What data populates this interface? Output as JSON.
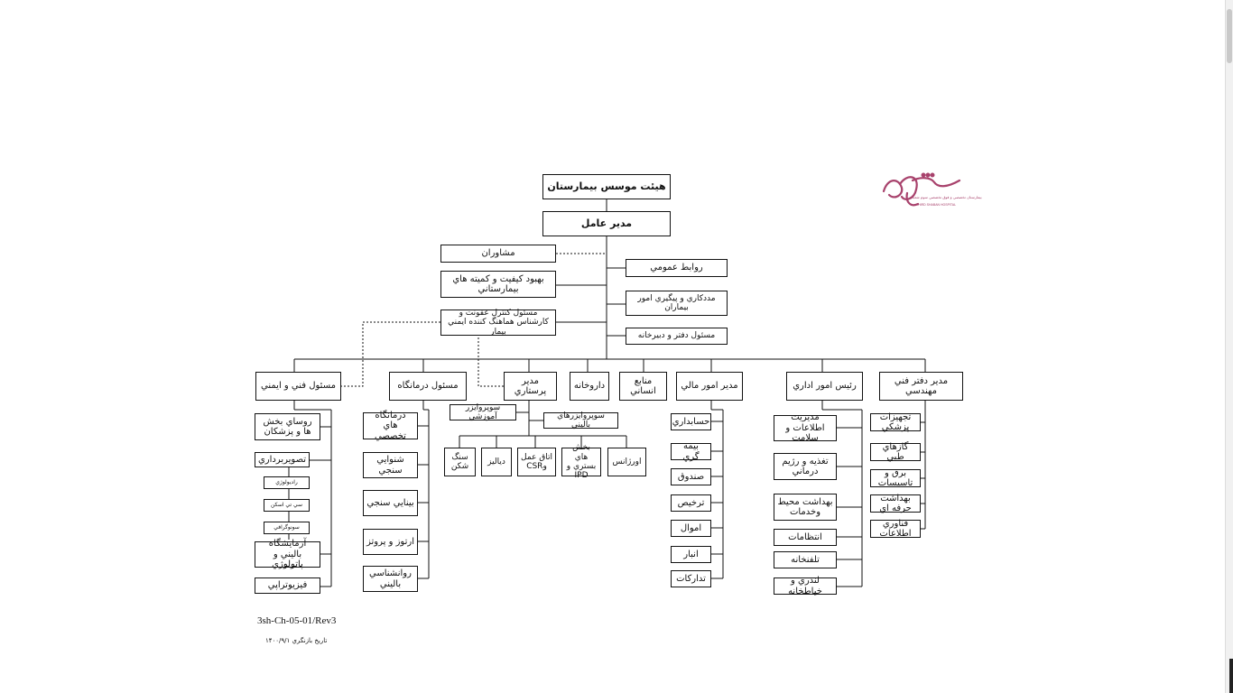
{
  "chart": {
    "board": "هيئت موسس بيمارستان",
    "ceo": "مدير عامل",
    "advisors": "مشاوران",
    "quality": "بهبود كيفيت و كميته هاي بيمارستاني",
    "infection": "مسئول كنترل عفونت و كارشناس هماهنگ كننده ايمني بيمار",
    "public_relations": "روابط عمومي",
    "patient_affairs": "مددكاري و پيگيري امور بيماران",
    "office": "مسئول دفتر و دبيرخانه",
    "depts": {
      "engineering": "مدير دفتر فني مهندسي",
      "admin": "رئيس امور اداري",
      "finance": "مدير امور مالي",
      "hr": "منابع انساني",
      "pharmacy": "داروخانه",
      "nursing": "مدير پرستاري",
      "clinic": "مسئول درمانگاه",
      "safety": "مسئول فني و ايمني"
    },
    "engineering_items": [
      "تجهيزات پزشكي",
      "گازهاي طبي",
      "برق و تاسيسات",
      "بهداشت حرفه اي",
      "فناوري اطلاعات"
    ],
    "admin_items": [
      "مديريت اطلاعات و سلامت",
      "تغذيه و رژيم درماني",
      "بهداشت محيط وخدمات",
      "انتظامات",
      "تلفنخانه",
      "لندري و خياطخانه"
    ],
    "finance_items": [
      "حسابداري",
      "بيمه گري",
      "صندوق",
      "ترخيص",
      "اموال",
      "انبار",
      "تداركات"
    ],
    "nursing_top": {
      "education": "سوپروايزر آموزشي",
      "clinical": "سوپروايزرهاي باليني"
    },
    "nursing_items": [
      "اورژانس",
      "بخش هاي بستري و IPD",
      "اتاق عمل وCSR",
      "دياليز",
      "سنگ شكن"
    ],
    "clinic_items": [
      "درمانگاه هاي تخصصي",
      "شنوايي سنجي",
      "بينايي سنجي",
      "ارتوز و پروتز",
      "روانشناسي باليني"
    ],
    "safety_items": [
      "روساي بخش ها و پزشكان",
      "تصويربرداري",
      "راديولوژي",
      "سي تي اسكن",
      "سونوگرافي",
      "آزمايشگاه باليني و پاتولوژي",
      "فيزيوتراپي"
    ]
  },
  "footer": {
    "doc_code": "3sh-Ch-05-01/Rev3",
    "review_date": "تاريخ بازنگري ۱۴۰۰/۹/۱"
  },
  "logo": {
    "name": "logo-icon",
    "color": "#a8426c",
    "text_fa": "بيمارستان تخصصي و فوق تخصصي سوم شعبان",
    "text_en": "THIRD SHABAN HOSPITAL"
  }
}
